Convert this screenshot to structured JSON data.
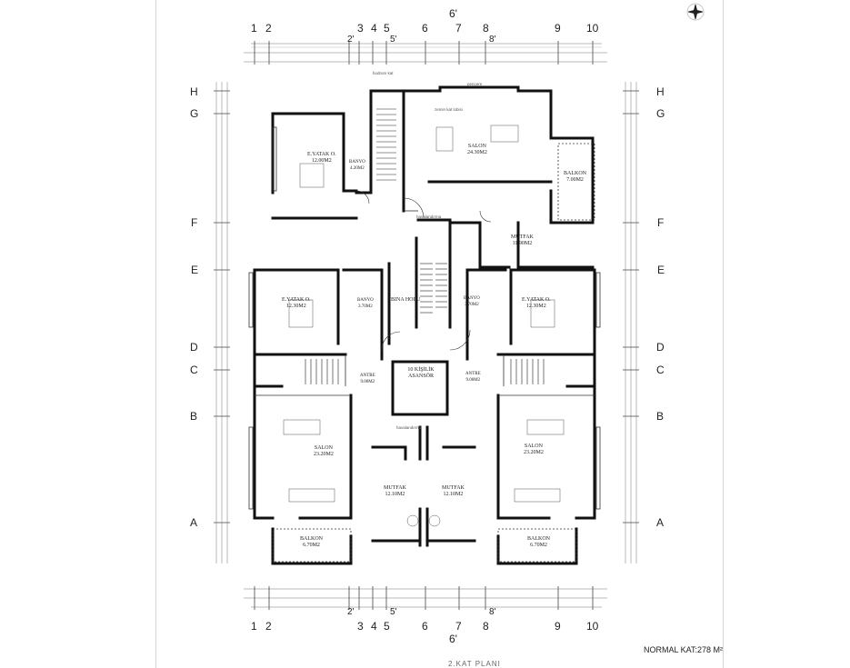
{
  "drawing": {
    "plan_title": "NORMAL KAT:278 M²",
    "bottom_caption": "2.KAT PLANI",
    "grid_columns": [
      "1",
      "2",
      "3",
      "4",
      "5",
      "6",
      "7",
      "8",
      "9",
      "10"
    ],
    "grid_sub_columns": [
      "2'",
      "5'",
      "8'"
    ],
    "grid_center_label": "6'",
    "grid_rows": [
      "H",
      "G",
      "F",
      "E",
      "D",
      "C",
      "B",
      "A"
    ],
    "labels": {
      "lower_void": "bodrum kat",
      "upper_void": "zemin kat lobisi",
      "window_label": "pencere",
      "ventilation_1": "havalandırma",
      "ventilation_2": "havalandırma"
    }
  },
  "rooms": {
    "ebeveyn_top": {
      "name": "E.YATAK O.",
      "area": "12.00M2"
    },
    "banyo_top": {
      "name": "BANYO",
      "area": "4.20M2"
    },
    "salon_top": {
      "name": "SALON",
      "area": "24.30M2"
    },
    "balkon_top": {
      "name": "BALKON",
      "area": "7.00M2"
    },
    "mutfak_top": {
      "name": "MUTFAK",
      "area": "11.90M2"
    },
    "eyatak_left": {
      "name": "E.YATAK O.",
      "area": "12.30M2"
    },
    "banyo_left": {
      "name": "BANYO",
      "area": "3.70M2"
    },
    "bina_holu": {
      "name": "BINA HOLU",
      "area": ""
    },
    "banyo_right": {
      "name": "BANYO",
      "area": "3.70M2"
    },
    "eyatak_right": {
      "name": "E.YATAK O.",
      "area": "12.30M2"
    },
    "asansor": {
      "name": "10 KİŞİLİK ASANSÖR",
      "area": ""
    },
    "antre_left": {
      "name": "ANTRE",
      "area": "9.00M2"
    },
    "antre_right": {
      "name": "ANTRE",
      "area": "9.00M2"
    },
    "salon_left": {
      "name": "SALON",
      "area": "23.20M2"
    },
    "salon_right": {
      "name": "SALON",
      "area": "23.20M2"
    },
    "mutfak_left": {
      "name": "MUTFAK",
      "area": "12.10M2"
    },
    "mutfak_right": {
      "name": "MUTFAK",
      "area": "12.10M2"
    },
    "balkon_left": {
      "name": "BALKON",
      "area": "6.70M2"
    },
    "balkon_right": {
      "name": "BALKON",
      "area": "6.70M2"
    }
  },
  "colors": {
    "wall": "#111111",
    "line": "#333333",
    "faint": "#9a9a9a",
    "paper": "#ffffff"
  }
}
